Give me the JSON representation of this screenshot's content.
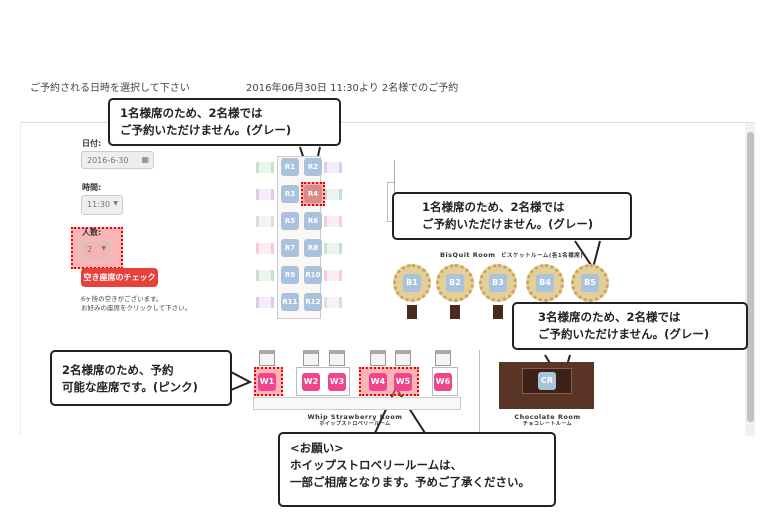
{
  "header": {
    "instruction": "ご予約される日時を選択して下さい",
    "summary": "2016年06月30日 11:30より 2名様でのご予約"
  },
  "form": {
    "date_label": "日付:",
    "date_value": "2016-6-30",
    "time_label": "時間:",
    "time_value": "11:30",
    "people_label": "人数:",
    "people_value": "2",
    "check_button": "空き座席のチェック",
    "info_line1": "6ヶ所の空きがございます。",
    "info_line2": "お好みの座席をクリックして下さい。"
  },
  "rooms": {
    "r_seats": [
      "R1",
      "R2",
      "R3",
      "R4",
      "R5",
      "R6",
      "R7",
      "R8",
      "R9",
      "R10",
      "R11",
      "R12"
    ],
    "bisquit_name": "BisQuit Room",
    "bisquit_sub": "ビスケットルーム(各1名様席)",
    "b_seats": [
      "B1",
      "B2",
      "B3",
      "B4",
      "B5"
    ],
    "whip_name": "Whip Strawberry Room",
    "whip_sub": "ホイップストロベリールーム",
    "w_seats": [
      "W1",
      "W2",
      "W3",
      "W4",
      "W5",
      "W6"
    ],
    "choco_name": "Chocolate Room",
    "choco_sub": "チョコレートルーム",
    "choco_seat": "CR"
  },
  "callouts": {
    "r4": {
      "line1": "1名様席のため、2名様では",
      "line2": "ご予約いただけません。(グレー)"
    },
    "b5": {
      "line1": "1名様席のため、2名様では",
      "line2": "ご予約いただけません。(グレー)"
    },
    "cr": {
      "line1": "3名様席のため、2名様では",
      "line2": "ご予約いただけません。(グレー)"
    },
    "w1": {
      "line1": "2名様席のため、予約",
      "line2": "可能な座席です。(ピンク)"
    },
    "note": {
      "line1": "<お願い>",
      "line2": "ホイップストロベリールームは、",
      "line3": "一部ご相席となります。予めご了承ください。"
    }
  },
  "colors": {
    "available": "#f0458c",
    "unavailable": "#a9c2de",
    "button": "#e8403a"
  }
}
